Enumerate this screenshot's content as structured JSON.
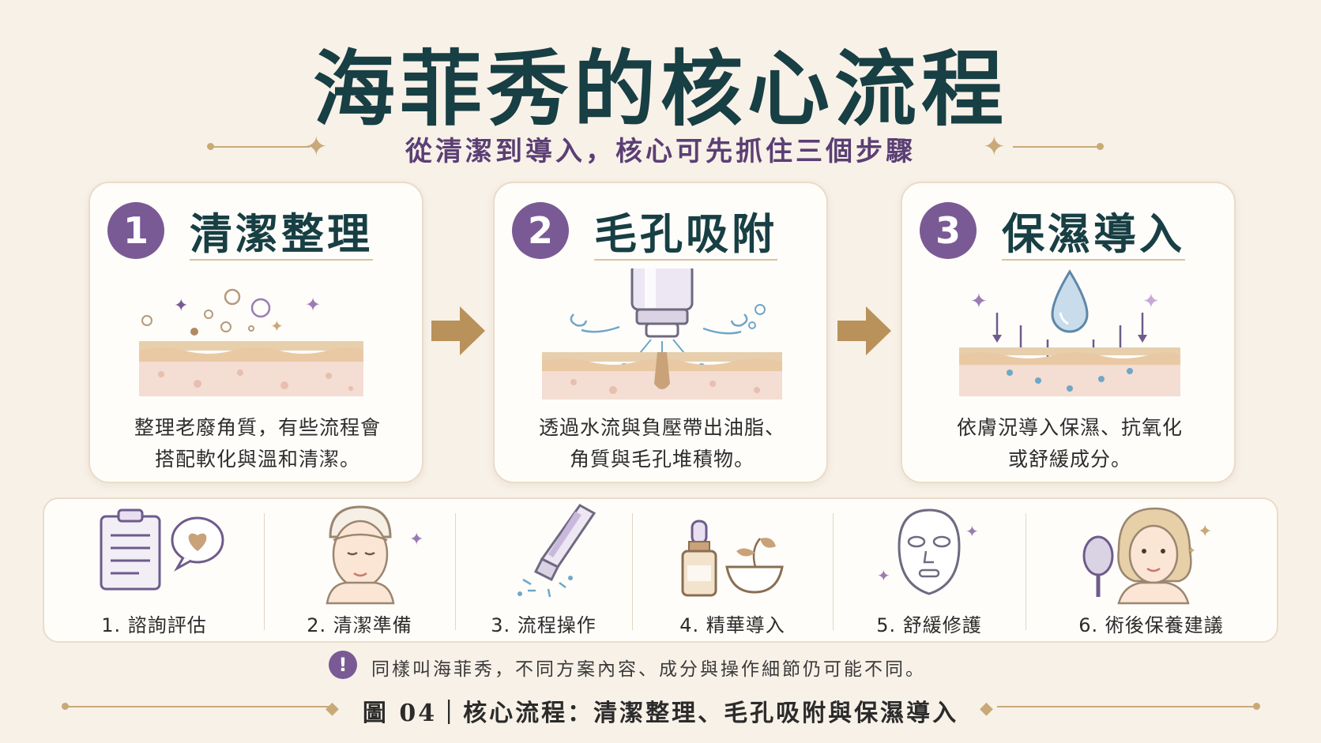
{
  "title": "海菲秀的核心流程",
  "subtitle": "從清潔到導入，核心可先抓住三個步驟",
  "cards": [
    {
      "number": "1",
      "title": "清潔整理",
      "desc_line1": "整理老廢角質，有些流程會",
      "desc_line2": "搭配軟化與溫和清潔。"
    },
    {
      "number": "2",
      "title": "毛孔吸附",
      "desc_line1": "透過水流與負壓帶出油脂、",
      "desc_line2": "角質與毛孔堆積物。"
    },
    {
      "number": "3",
      "title": "保濕導入",
      "desc_line1": "依膚況導入保濕、抗氧化",
      "desc_line2": "或舒緩成分。"
    }
  ],
  "steps": [
    {
      "label": "1. 諮詢評估",
      "icon": "clipboard-heart-icon"
    },
    {
      "label": "2. 清潔準備",
      "icon": "face-towel-icon"
    },
    {
      "label": "3. 流程操作",
      "icon": "wand-device-icon"
    },
    {
      "label": "4. 精華導入",
      "icon": "serum-bottle-icon"
    },
    {
      "label": "5. 舒緩修護",
      "icon": "face-mask-icon"
    },
    {
      "label": "6. 術後保養建議",
      "icon": "mirror-face-icon"
    }
  ],
  "note": {
    "icon": "!",
    "text": "同樣叫海菲秀，不同方案內容、成分與操作細節仍可能不同。"
  },
  "caption": "圖 04｜核心流程：清潔整理、毛孔吸附與保濕導入",
  "colors": {
    "title": "#173f44",
    "accent": "#7a5a94",
    "gold": "#c8a978",
    "background": "#f8f1e8"
  }
}
